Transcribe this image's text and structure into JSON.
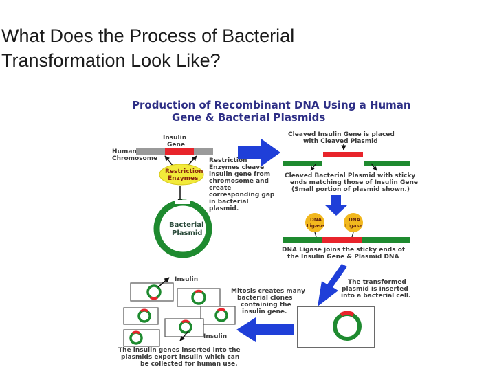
{
  "slide": {
    "title_line1": "What Does the Process of Bacterial",
    "title_line2": "Transformation Look Like?"
  },
  "diagram": {
    "title_line1": "Production of Recombinant DNA Using a Human",
    "title_line2": "Gene & Bacterial Plasmids",
    "insulin_gene_label": [
      "Insulin",
      "Gene"
    ],
    "human_chromosome_label": [
      "Human",
      "Chromosome"
    ],
    "restriction_enzymes_label": [
      "Restriction",
      "Enzymes"
    ],
    "restriction_text": [
      "Restriction",
      "Enzymes cleave",
      "insulin gene from",
      "chromosome and",
      "create",
      "corresponding gap",
      "in bacterial",
      "plasmid."
    ],
    "bacterial_plasmid_label": [
      "Bacterial",
      "Plasmid"
    ],
    "cleaved_gene_text": [
      "Cleaved Insulin Gene is placed",
      "with Cleaved Plasmid"
    ],
    "cleaved_plasmid_text": [
      "Cleaved Bacterial Plasmid with sticky",
      "ends matching those of Insulin Gene",
      "(Small portion of plasmid shown.)"
    ],
    "ligase_label": [
      "DNA",
      "Ligase"
    ],
    "ligase_text": [
      "DNA Ligase joins the sticky ends of",
      "the Insulin Gene & Plasmid DNA"
    ],
    "transformed_text": [
      "The transformed",
      "plasmid is inserted",
      "into a bacterial cell."
    ],
    "mitosis_text": [
      "Mitosis creates many",
      "bacterial clones",
      "containing the",
      "insulin gene."
    ],
    "insulin_label": "Insulin",
    "export_text": [
      "The insulin genes inserted into the",
      "plasmids export insulin which can",
      "be collected for human use."
    ]
  },
  "colors": {
    "title_navy": "#2e2f86",
    "arrow_blue": "#1f3fd8",
    "gene_red": "#e8242b",
    "plasmid_green": "#1e8a2f",
    "chromosome_gray": "#9a9a9a",
    "enzyme_yellow": "#f2ea3a",
    "ligase_orange": "#f2b81e"
  }
}
